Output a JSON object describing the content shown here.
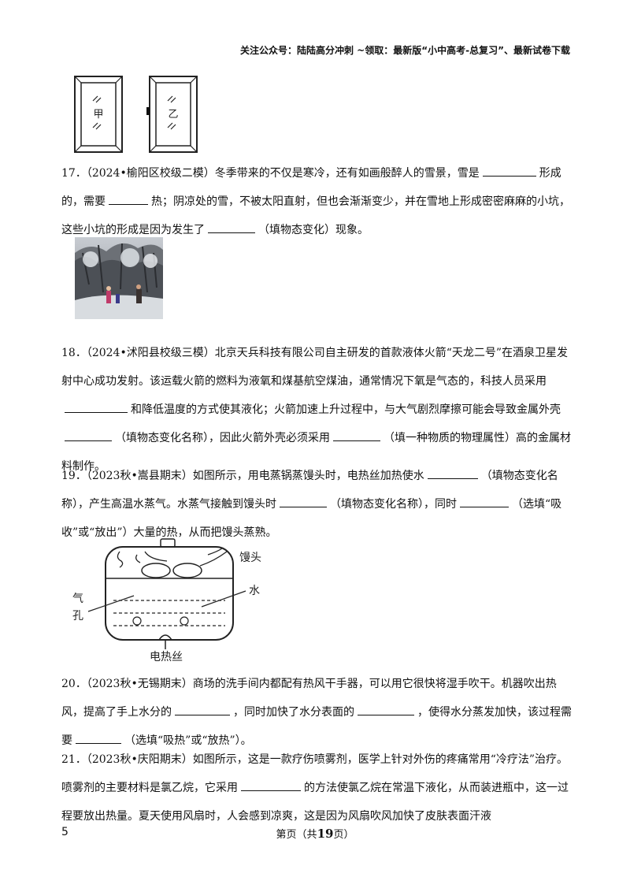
{
  "header": {
    "text": "关注公众号：陆陆高分冲刺  ~领取：最新版“小中高考-总复习”、最新试卷下载"
  },
  "figure_windows": {
    "label_jia": "甲",
    "label_yi": "乙"
  },
  "questions": {
    "q17": {
      "num": "17．",
      "src": "（2024•榆阳区校级二模）",
      "t1": "冬季带来的不仅是寒冷，还有如画般醉人的雪景，雪是",
      "t2": "形成的，需要",
      "t3": "热；阴凉处的雪，不被太阳直射，但也会渐渐变少，并在雪地上形成密密麻麻的小坑，这些小坑的形成是因为发生了",
      "t4": "（填物态变化）现象。"
    },
    "q18": {
      "num": "18．",
      "src": "（2024•沭阳县校级三模）",
      "t1": "北京天兵科技有限公司自主研发的首款液体火箭“天龙二号”在酒泉卫星发射中心成功发射。该运载火箭的燃料为液氧和煤基航空煤油，通常情况下氧是气态的，科技人员采用",
      "t2": "和降低温度的方式使其液化；火箭加速上升过程中，与大气剧烈摩擦可能会导致金属外壳",
      "t3": "（填物态变化名称），因此火箭外壳必须采用",
      "t4": "（填一种物质的物理属性）高的金属材料制作。"
    },
    "q19": {
      "num": "19．",
      "src": "（2023秋•嵩县期末）",
      "t1": "如图所示，用电蒸锅蒸馒头时，电热丝加热使水",
      "t2": "（填物态变化名称），产生高温水蒸气。水蒸气接触到馒头时",
      "t3": "（填物态变化名称），同时",
      "t4": "（选填“吸收”或“放出”）大量的热，从而把馒头蒸熟。"
    },
    "q20": {
      "num": "20．",
      "src": "（2023秋•无锡期末）",
      "t1": "商场的洗手间内都配有热风干手器，可以用它很快将湿手吹干。机器吹出热风，提高了手上水分的",
      "t2": "，同时加快了水分表面的",
      "t3": "，使得水分蒸发加快，该过程需要",
      "t4": "（选填“吸热”或“放热”）。"
    },
    "q21": {
      "num": "21．",
      "src": "（2023秋•庆阳期末）",
      "t1": "如图所示，这是一款疗伤喷雾剂，医学上针对外伤的疼痛常用“冷疗法”治疗。喷雾剂的主要材料是氯乙烷，它采用",
      "t2": "的方法使氯乙烷在常温下液化，从而装进瓶中，这一过程要放出热量。夏天使用风扇时，人会感到凉爽，这是因为风扇吹风加快了皮肤表面汗液"
    }
  },
  "figure_steamer": {
    "label_mantou": "馒头",
    "label_qi": "气",
    "label_kong": "孔",
    "label_shui": "水",
    "label_dianresi": "电热丝"
  },
  "footer": {
    "page_number": "5",
    "prefix": "第页（共",
    "total": "19",
    "suffix": "页）"
  }
}
